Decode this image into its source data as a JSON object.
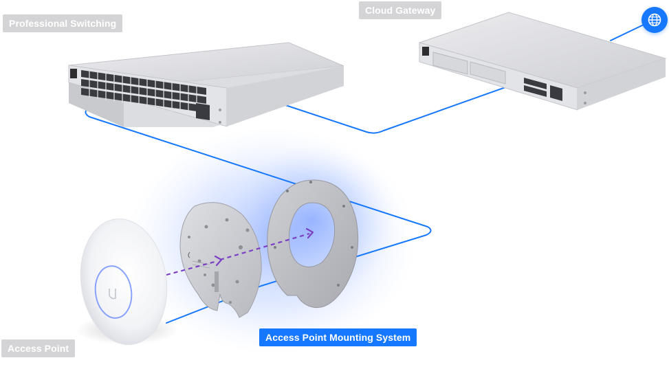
{
  "labels": {
    "switching": "Professional Switching",
    "gateway": "Cloud Gateway",
    "access_point": "Access Point",
    "mounting_system": "Access Point Mounting System"
  },
  "icons": {
    "internet": "globe-icon",
    "ap_logo": "ubiquiti-u-icon"
  },
  "colors": {
    "connection_line": "#1677ff",
    "accent_label": "#1677ff",
    "muted_label": "#d4d4d6",
    "mount_arrow": "#7b3fc4",
    "glow": "#6e95ff"
  }
}
